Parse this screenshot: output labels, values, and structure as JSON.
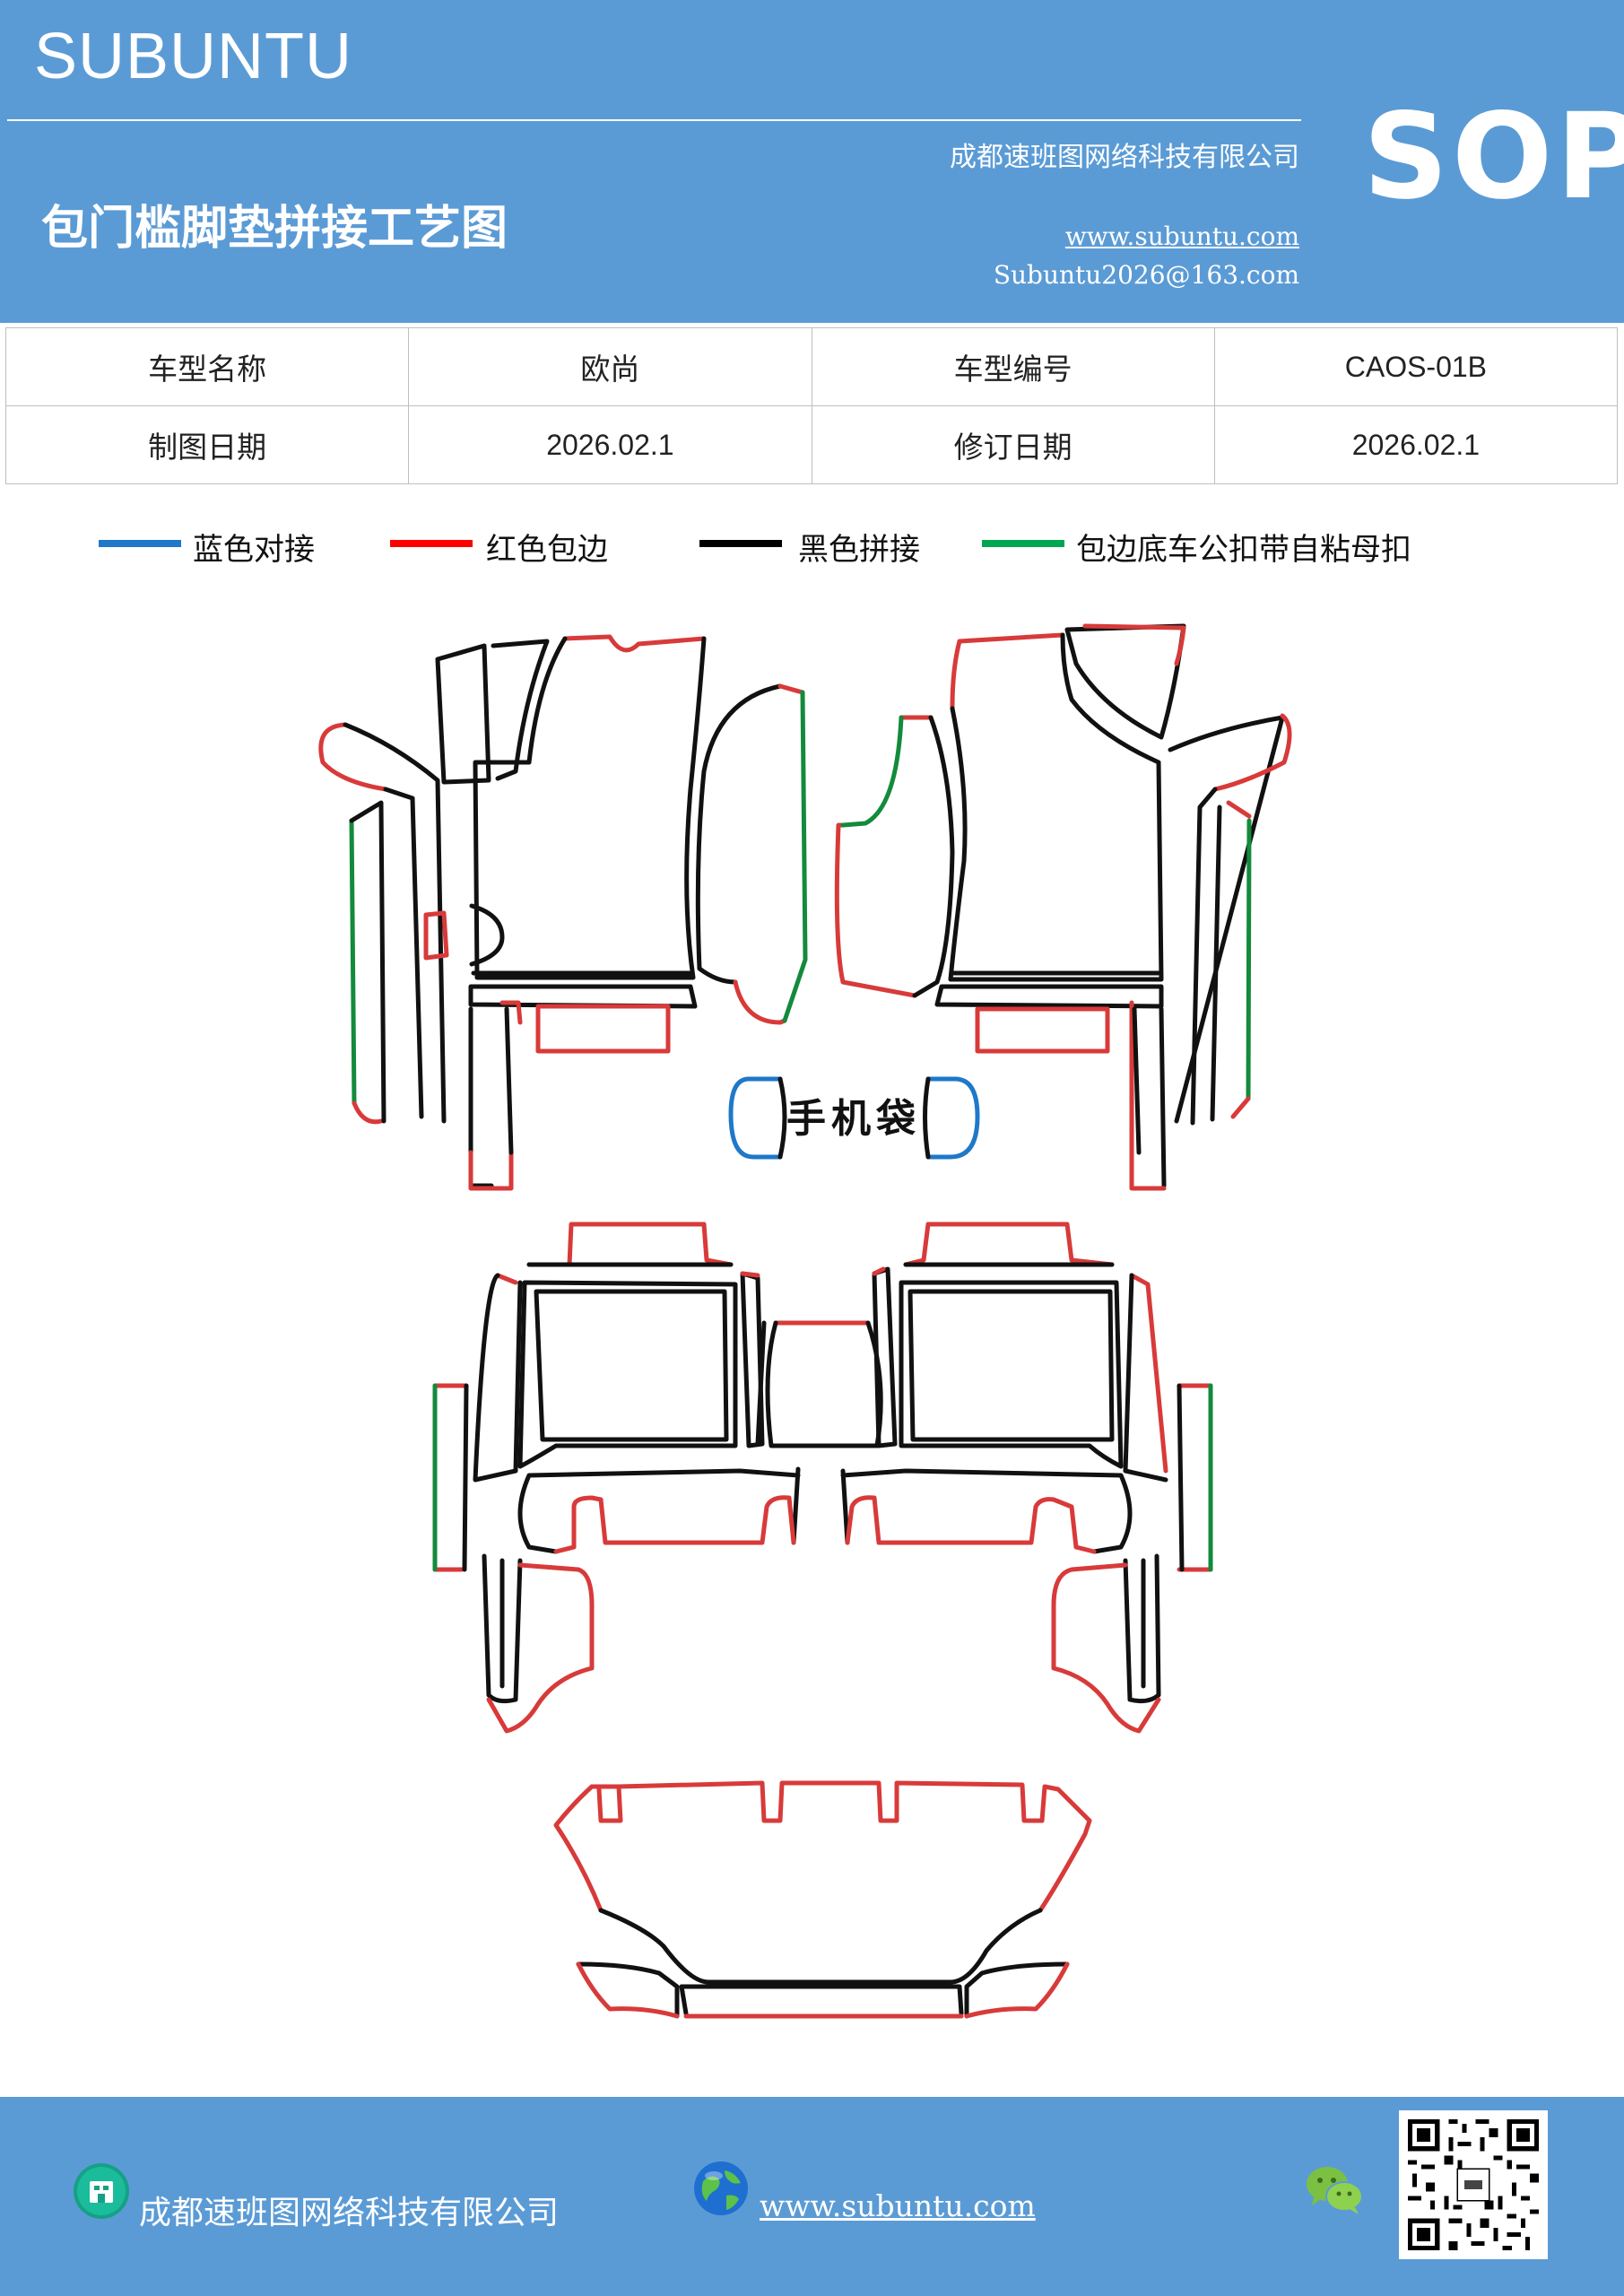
{
  "header": {
    "brand": "SUBUNTU",
    "company": "成都速班图网络科技有限公司",
    "website": "www.subuntu.com",
    "email": "Subuntu2026@163.com",
    "title": "包门槛脚垫拼接工艺图",
    "badge": "SOP",
    "background_color": "#5b9bd5"
  },
  "info_table": {
    "row1": {
      "label1": "车型名称",
      "value1": "欧尚",
      "label2": "车型编号",
      "value2": "CAOS-01B"
    },
    "row2": {
      "label1": "制图日期",
      "value1": "2026.02.1",
      "label2": "修订日期",
      "value2": "2026.02.1"
    }
  },
  "legend": [
    {
      "label": "蓝色对接",
      "color": "#1f78c8"
    },
    {
      "label": "红色包边",
      "color": "#ff0000"
    },
    {
      "label": "黑色拼接",
      "color": "#000000"
    },
    {
      "label": "包边底车公扣带自粘母扣",
      "color": "#00a651"
    }
  ],
  "diagram": {
    "phone_pocket_label": "手机袋",
    "stroke_colors": {
      "blue": "#1f78c8",
      "red": "#d83a3a",
      "black": "#111111",
      "green": "#138a3c"
    }
  },
  "footer": {
    "company": "成都速班图网络科技有限公司",
    "website": "www.subuntu.com",
    "icons": [
      "building-icon",
      "globe-icon",
      "wechat-icon",
      "qr-code"
    ]
  }
}
